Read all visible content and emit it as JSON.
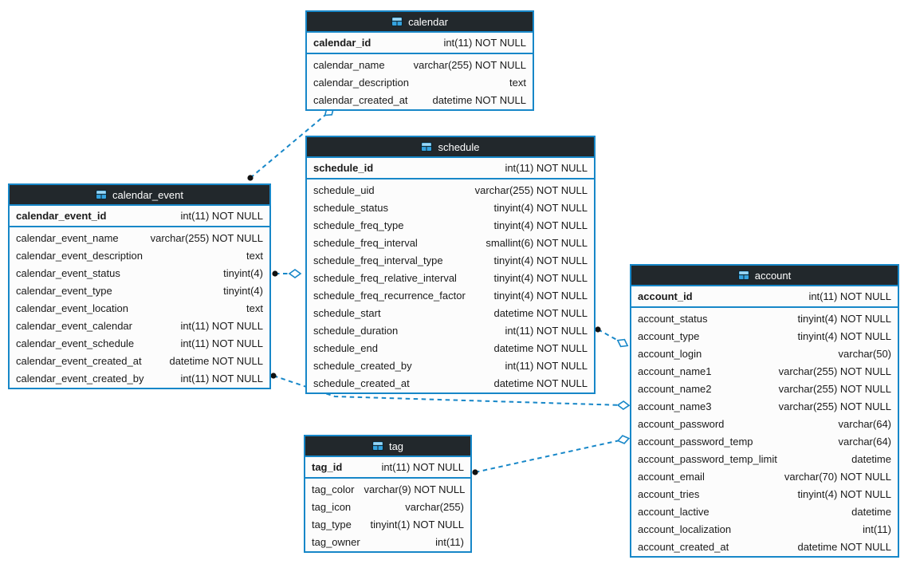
{
  "colors": {
    "accent": "#1787c8",
    "header_bg": "#22282c",
    "row_bg": "#fcfcfc",
    "line": "#1787c8",
    "dot": "#111111",
    "text": "#1a1a1a"
  },
  "tables": {
    "calendar": {
      "title": "calendar",
      "pk": {
        "name": "calendar_id",
        "type": "int(11) NOT NULL"
      },
      "columns": [
        {
          "name": "calendar_name",
          "type": "varchar(255) NOT NULL"
        },
        {
          "name": "calendar_description",
          "type": "text"
        },
        {
          "name": "calendar_created_at",
          "type": "datetime NOT NULL"
        }
      ]
    },
    "schedule": {
      "title": "schedule",
      "pk": {
        "name": "schedule_id",
        "type": "int(11) NOT NULL"
      },
      "columns": [
        {
          "name": "schedule_uid",
          "type": "varchar(255) NOT NULL"
        },
        {
          "name": "schedule_status",
          "type": "tinyint(4) NOT NULL"
        },
        {
          "name": "schedule_freq_type",
          "type": "tinyint(4) NOT NULL"
        },
        {
          "name": "schedule_freq_interval",
          "type": "smallint(6) NOT NULL"
        },
        {
          "name": "schedule_freq_interval_type",
          "type": "tinyint(4) NOT NULL"
        },
        {
          "name": "schedule_freq_relative_interval",
          "type": "tinyint(4) NOT NULL"
        },
        {
          "name": "schedule_freq_recurrence_factor",
          "type": "tinyint(4) NOT NULL"
        },
        {
          "name": "schedule_start",
          "type": "datetime NOT NULL"
        },
        {
          "name": "schedule_duration",
          "type": "int(11) NOT NULL"
        },
        {
          "name": "schedule_end",
          "type": "datetime NOT NULL"
        },
        {
          "name": "schedule_created_by",
          "type": "int(11) NOT NULL"
        },
        {
          "name": "schedule_created_at",
          "type": "datetime NOT NULL"
        }
      ]
    },
    "calendar_event": {
      "title": "calendar_event",
      "pk": {
        "name": "calendar_event_id",
        "type": "int(11) NOT NULL"
      },
      "columns": [
        {
          "name": "calendar_event_name",
          "type": "varchar(255) NOT NULL"
        },
        {
          "name": "calendar_event_description",
          "type": "text"
        },
        {
          "name": "calendar_event_status",
          "type": "tinyint(4)"
        },
        {
          "name": "calendar_event_type",
          "type": "tinyint(4)"
        },
        {
          "name": "calendar_event_location",
          "type": "text"
        },
        {
          "name": "calendar_event_calendar",
          "type": "int(11) NOT NULL"
        },
        {
          "name": "calendar_event_schedule",
          "type": "int(11) NOT NULL"
        },
        {
          "name": "calendar_event_created_at",
          "type": "datetime NOT NULL"
        },
        {
          "name": "calendar_event_created_by",
          "type": "int(11) NOT NULL"
        }
      ]
    },
    "account": {
      "title": "account",
      "pk": {
        "name": "account_id",
        "type": "int(11) NOT NULL"
      },
      "columns": [
        {
          "name": "account_status",
          "type": "tinyint(4) NOT NULL"
        },
        {
          "name": "account_type",
          "type": "tinyint(4) NOT NULL"
        },
        {
          "name": "account_login",
          "type": "varchar(50)"
        },
        {
          "name": "account_name1",
          "type": "varchar(255) NOT NULL"
        },
        {
          "name": "account_name2",
          "type": "varchar(255) NOT NULL"
        },
        {
          "name": "account_name3",
          "type": "varchar(255) NOT NULL"
        },
        {
          "name": "account_password",
          "type": "varchar(64)"
        },
        {
          "name": "account_password_temp",
          "type": "varchar(64)"
        },
        {
          "name": "account_password_temp_limit",
          "type": "datetime"
        },
        {
          "name": "account_email",
          "type": "varchar(70) NOT NULL"
        },
        {
          "name": "account_tries",
          "type": "tinyint(4) NOT NULL"
        },
        {
          "name": "account_lactive",
          "type": "datetime"
        },
        {
          "name": "account_localization",
          "type": "int(11)"
        },
        {
          "name": "account_created_at",
          "type": "datetime NOT NULL"
        }
      ]
    },
    "tag": {
      "title": "tag",
      "pk": {
        "name": "tag_id",
        "type": "int(11) NOT NULL"
      },
      "columns": [
        {
          "name": "tag_color",
          "type": "varchar(9) NOT NULL"
        },
        {
          "name": "tag_icon",
          "type": "varchar(255)"
        },
        {
          "name": "tag_type",
          "type": "tinyint(1) NOT NULL"
        },
        {
          "name": "tag_owner",
          "type": "int(11)"
        }
      ]
    }
  },
  "relationships": [
    {
      "name": "calendar_event-to-calendar",
      "from_table": "calendar_event",
      "to_table": "calendar",
      "from_marker": "dot",
      "to_marker": "open-diamond",
      "style": "dashed"
    },
    {
      "name": "calendar_event-to-schedule",
      "from_table": "calendar_event",
      "to_table": "schedule",
      "from_marker": "dot",
      "to_marker": "open-diamond",
      "style": "dashed"
    },
    {
      "name": "schedule-to-account",
      "from_table": "schedule",
      "to_table": "account",
      "from_marker": "dot",
      "to_marker": "open-diamond",
      "style": "dashed"
    },
    {
      "name": "calendar_event-to-account",
      "from_table": "calendar_event",
      "to_table": "account",
      "from_marker": "dot",
      "to_marker": "open-diamond",
      "style": "dashed"
    },
    {
      "name": "tag-to-account",
      "from_table": "tag",
      "to_table": "account",
      "from_marker": "dot",
      "to_marker": "open-diamond",
      "style": "dashed"
    }
  ]
}
